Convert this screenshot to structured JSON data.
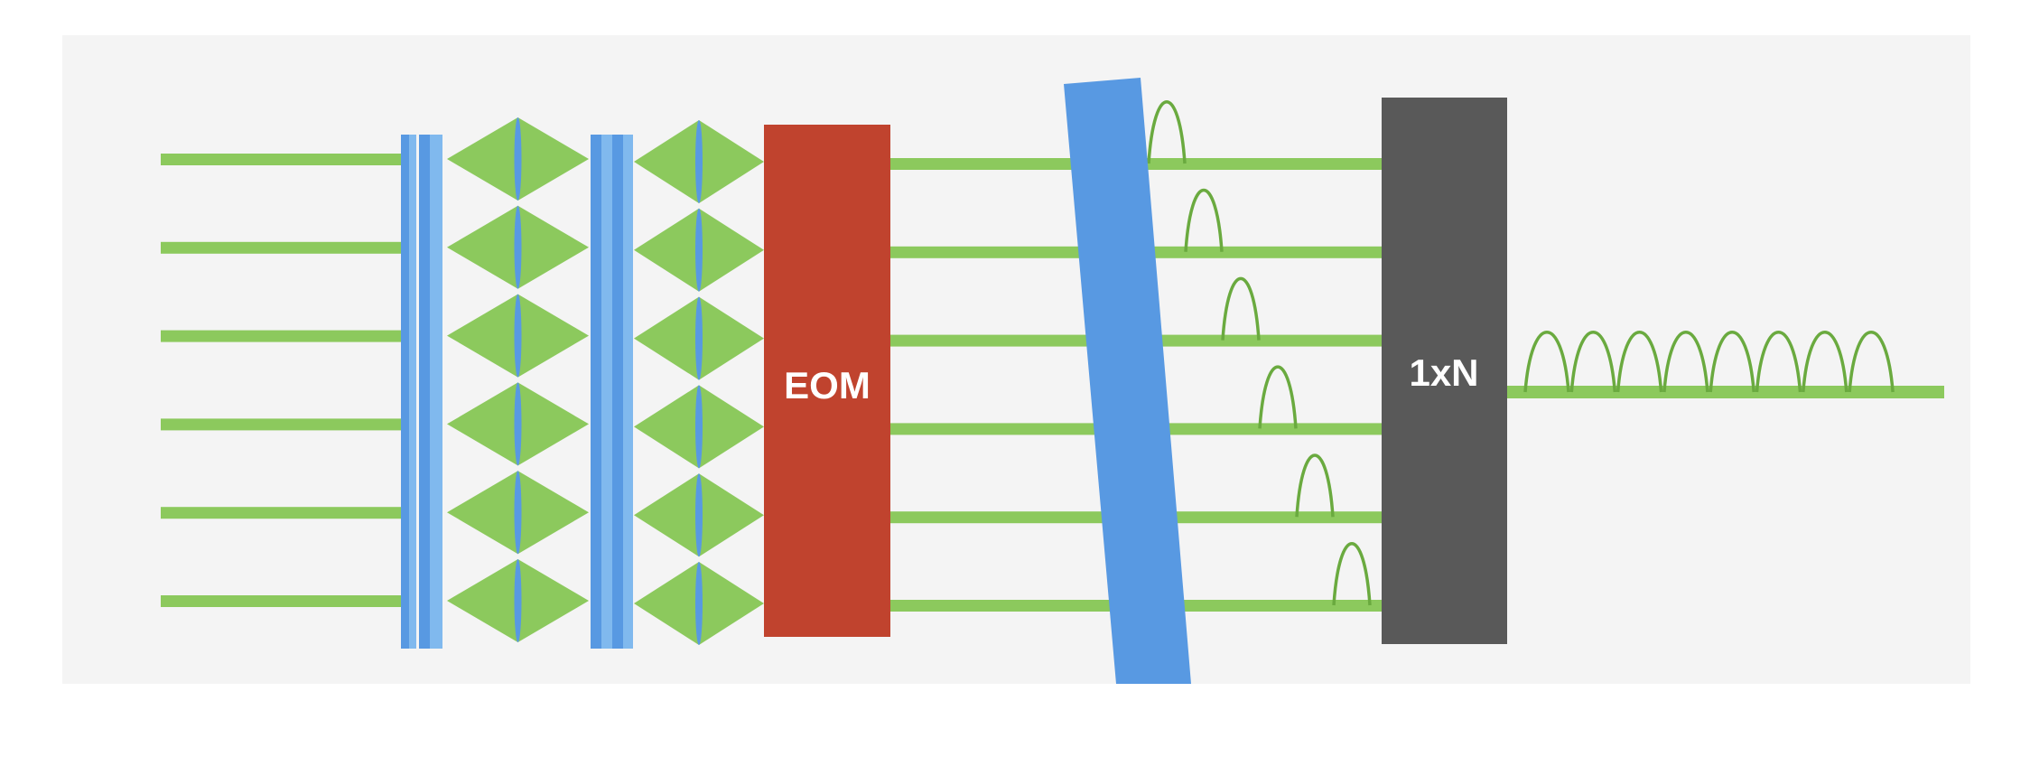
{
  "diagram": {
    "eom_label": "EOM",
    "switch_label": "1xN",
    "channels": 6,
    "output_pulses": 8,
    "colors": {
      "background": "#f4f4f4",
      "fiber": "#8cc95d",
      "pulse": "#6aaa3f",
      "blue": "#5899e2",
      "light_blue": "#80b9ee",
      "eom": "#c0432e",
      "switch": "#595959"
    }
  }
}
